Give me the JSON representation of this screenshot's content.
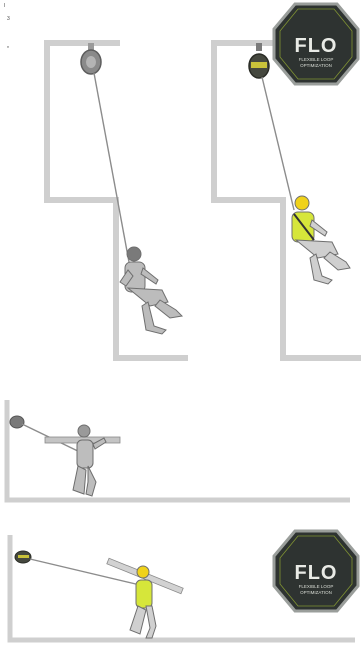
{
  "stray_marks": [
    "I",
    "3",
    "*"
  ],
  "badges": [
    {
      "title": "FLO",
      "line1": "FLEXIBLE LOOP",
      "line2": "OPTIMIZATION"
    },
    {
      "title": "FLO",
      "line1": "FLEXIBLE LOOP",
      "line2": "OPTIMIZATION"
    }
  ],
  "colors": {
    "wall": "#cfcfcf",
    "badge_bg": "#2e3331",
    "badge_border": "#9a9e9b",
    "badge_accent": "#b7d334",
    "hivis": "#d6e63a",
    "helmet_yellow": "#f0d21a",
    "figure_gray": "#b9b9b9",
    "figure_dark": "#6f6f6f"
  },
  "icons": [
    "retractable-lifeline-icon",
    "harness-icon",
    "hard-hat-icon"
  ]
}
